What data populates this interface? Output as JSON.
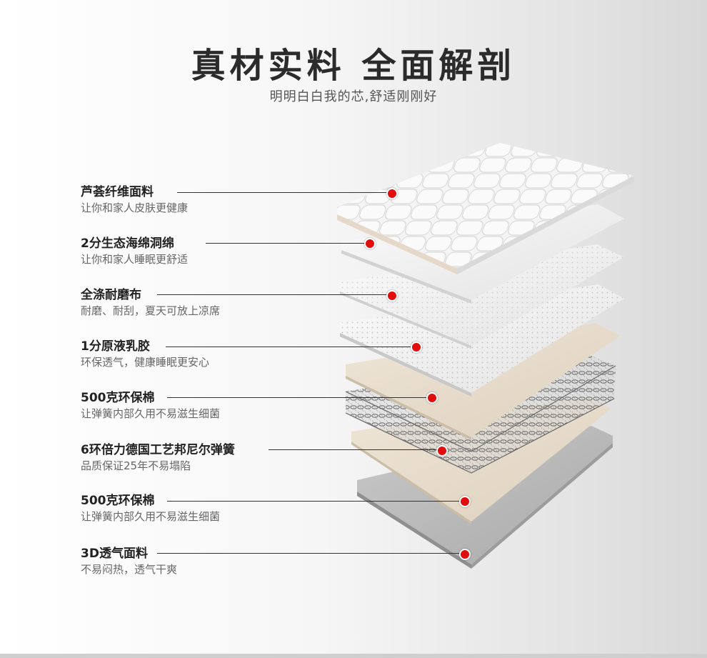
{
  "header": {
    "title": "真材实料 全面解剖",
    "subtitle": "明明白白我的芯,舒适刚刚好"
  },
  "layers": [
    {
      "name": "芦荟纤维面料",
      "desc": "让你和家人皮肤更健康"
    },
    {
      "name": "2分生态海绵洞绵",
      "desc": "让你和家人睡眠更舒适"
    },
    {
      "name": "全涤耐磨布",
      "desc": "耐磨、耐刮，夏天可放上凉席"
    },
    {
      "name": "1分原液乳胶",
      "desc": "环保透气，健康睡眠更安心"
    },
    {
      "name": "500克环保棉",
      "desc": "让弹簧内部久用不易滋生细菌"
    },
    {
      "name": "6环倍力德国工艺邦尼尔弹簧",
      "desc": "品质保证25年不易塌陷"
    },
    {
      "name": "500克环保棉",
      "desc": "让弹簧内部久用不易滋生细菌"
    },
    {
      "name": "3D透气面料",
      "desc": "不易闷热，透气干爽"
    }
  ],
  "colors": {
    "marker": "#e10c0c",
    "title": "#2b2b2b",
    "leader": "#333333"
  }
}
